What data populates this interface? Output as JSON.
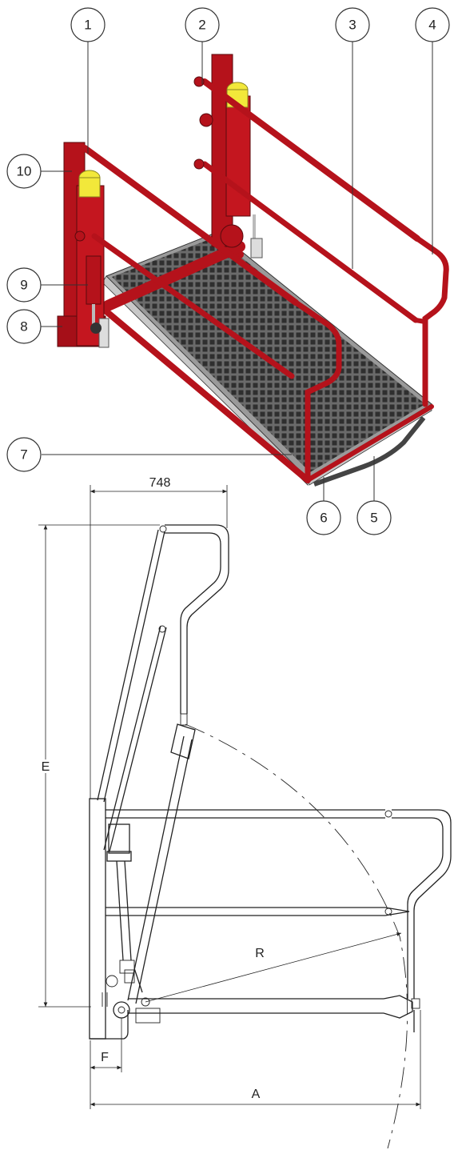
{
  "callouts": [
    {
      "n": "1"
    },
    {
      "n": "2"
    },
    {
      "n": "3"
    },
    {
      "n": "4"
    },
    {
      "n": "5"
    },
    {
      "n": "6"
    },
    {
      "n": "7"
    },
    {
      "n": "8"
    },
    {
      "n": "9"
    },
    {
      "n": "10"
    }
  ],
  "dimensions": {
    "width_value": "748",
    "height_label": "E",
    "radius_label": "R",
    "overall_label": "A",
    "offset_label": "F"
  },
  "colors": {
    "frame": "#b5121b",
    "frame_dark": "#7d0c12",
    "cylinder_cap": "#f2e83a",
    "grating": "#555555",
    "line": "#222222"
  }
}
